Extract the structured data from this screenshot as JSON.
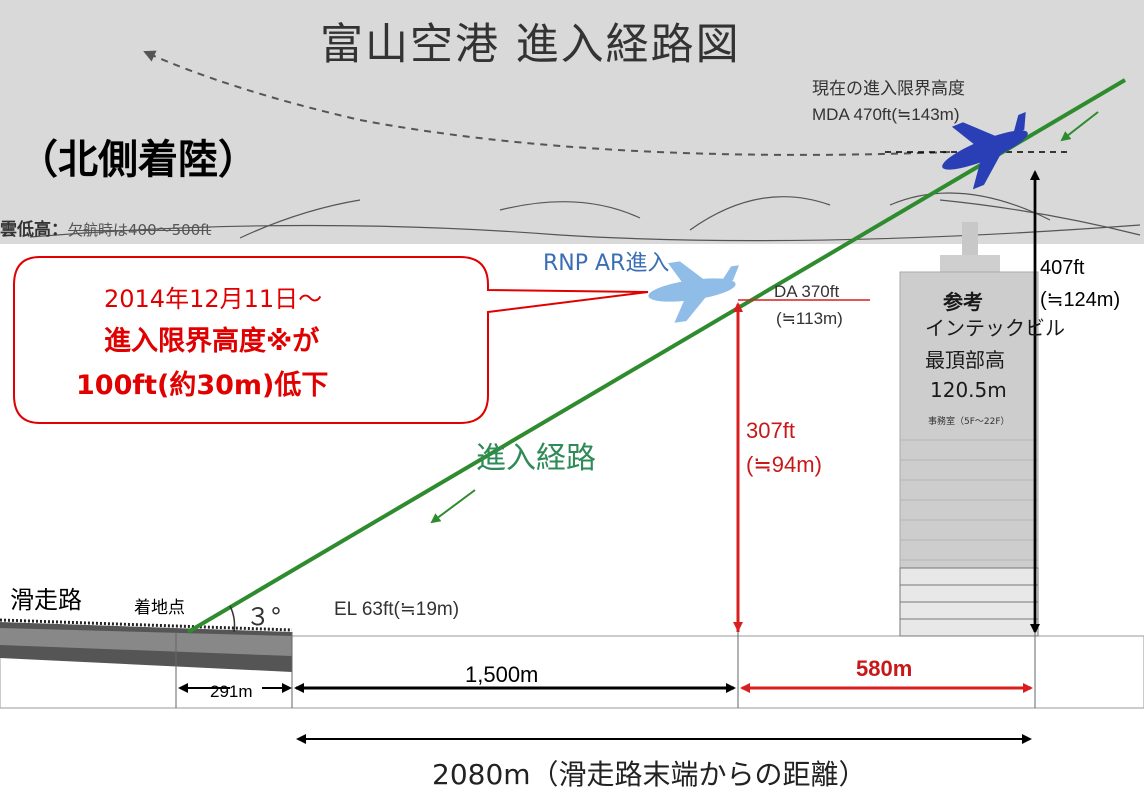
{
  "diagram": {
    "title": "富山空港 進入経路図",
    "direction_label": "（北側着陸）",
    "cloud_base": {
      "label": "雲低高：",
      "note": "欠航時は400～500ft"
    },
    "current_mda": {
      "line1": "現在の進入限界高度",
      "line2": "MDA 470ft(≒143m)"
    },
    "rnp_label": "RNP AR進入",
    "da": {
      "line1": "DA 370ft",
      "line2": "(≒113m)"
    },
    "height_407": {
      "line1": "407ft",
      "line2": "(≒124m)"
    },
    "height_307": {
      "line1": "307ft",
      "line2": "(≒94m)"
    },
    "approach_path_label": "進入経路",
    "runway_label": "滑走路",
    "touchdown_label": "着地点",
    "glide_angle": "３°",
    "elevation": "EL 63ft(≒19m)",
    "distances": {
      "d291": "291m",
      "d1500": "1,500m",
      "d580": "580m",
      "total": "2080m（滑走路末端からの距離）"
    },
    "callout": {
      "line1": "2014年12月11日～",
      "line2": "進入限界高度※が",
      "line3": "100ft(約30m)低下"
    },
    "building": {
      "line1": "参考",
      "line2": "インテックビル",
      "line3": "最頂部高",
      "line4": "120.5m",
      "line5": "事務室（5F～22F）"
    }
  },
  "colors": {
    "sky_band": "#d9d9d9",
    "approach_path": "#2e8b2e",
    "red_accent": "#d81e1e",
    "plane_current": "#2a3fb5",
    "plane_rnp": "#8fbde8"
  }
}
